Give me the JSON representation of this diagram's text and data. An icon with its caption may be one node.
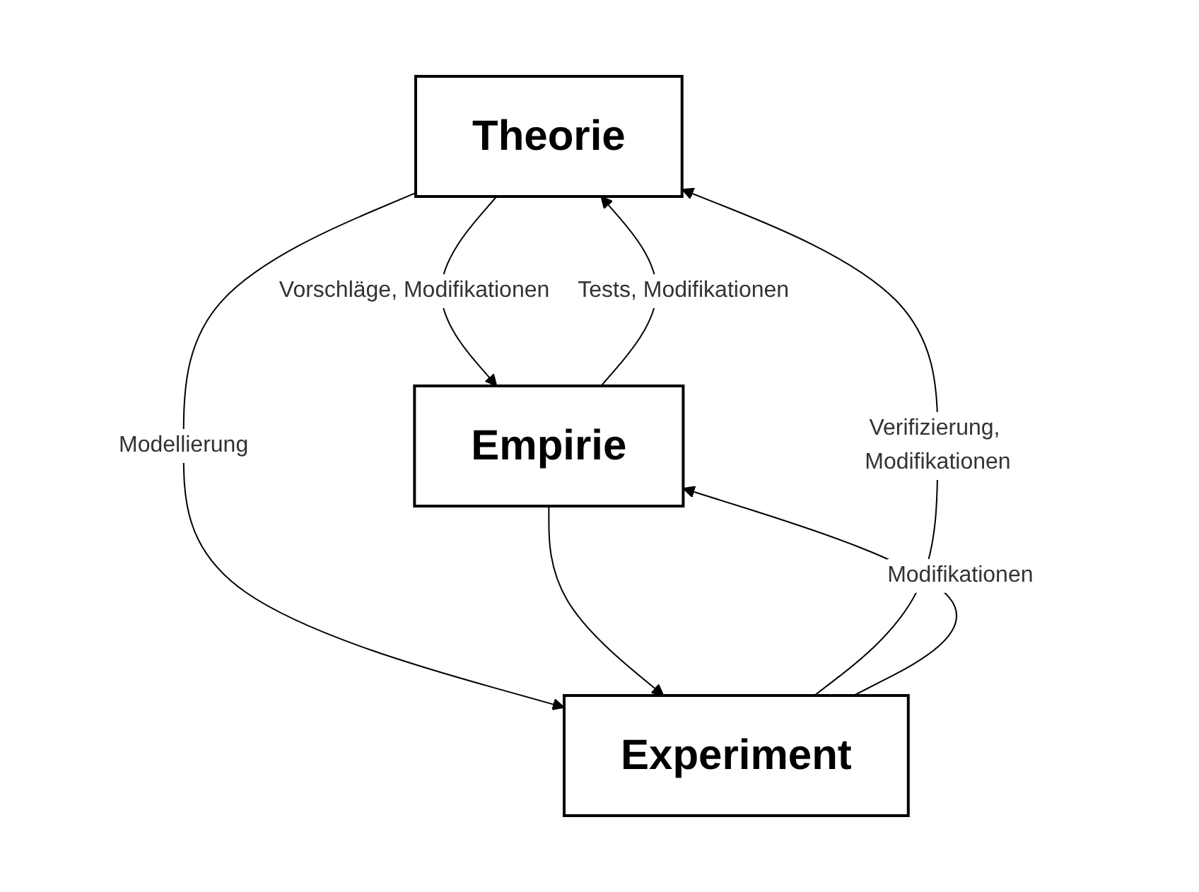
{
  "diagram": {
    "nodes": [
      {
        "text": [
          "Theorie"
        ]
      },
      {
        "text": [
          "Empirie"
        ]
      },
      {
        "text": [
          "Experiment"
        ]
      }
    ],
    "edges": [
      {
        "from": 0,
        "to": 1,
        "arrow": "to",
        "label": "Vorschläge, Modifikationen"
      },
      {
        "from": 1,
        "to": 0,
        "arrow": "to",
        "label": "Tests, Modifikationen"
      },
      {
        "from": 0,
        "to": 2,
        "arrow": "to",
        "label": "Modellierung"
      },
      {
        "from": 1,
        "to": 2,
        "arrow": "to"
      },
      {
        "from": 2,
        "to": 0,
        "arrow": "to",
        "label": "Verifizierung, Modifikationen"
      },
      {
        "from": 2,
        "to": 1,
        "arrow": "to",
        "label": "Modifikationen"
      }
    ]
  }
}
